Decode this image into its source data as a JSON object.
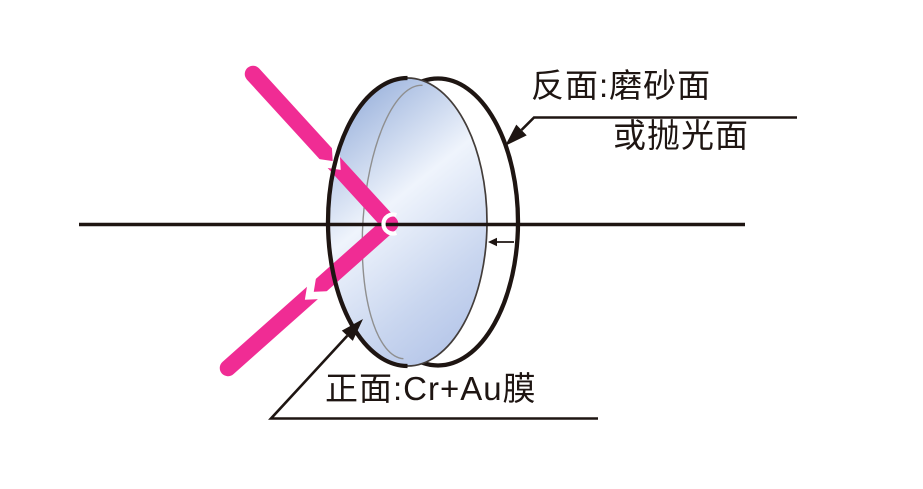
{
  "diagram": {
    "type": "optical-mirror-reflection-schematic",
    "labels": {
      "back_line1": "反面:磨砂面",
      "back_line2": "或抛光面",
      "front": "正面:Cr+Au膜"
    },
    "colors": {
      "ray_pink": "#f02c94",
      "ink": "#1e1512",
      "edge_thin": "#433d3a",
      "inner_arc": "#8f8f8f",
      "rim_fill": "#ffffff",
      "face_gradient_start": "#9db4dd",
      "face_gradient_highlight": "#eff4fc",
      "face_gradient_mid": "#c9d6ef",
      "face_gradient_end": "#b3c4e8"
    }
  }
}
